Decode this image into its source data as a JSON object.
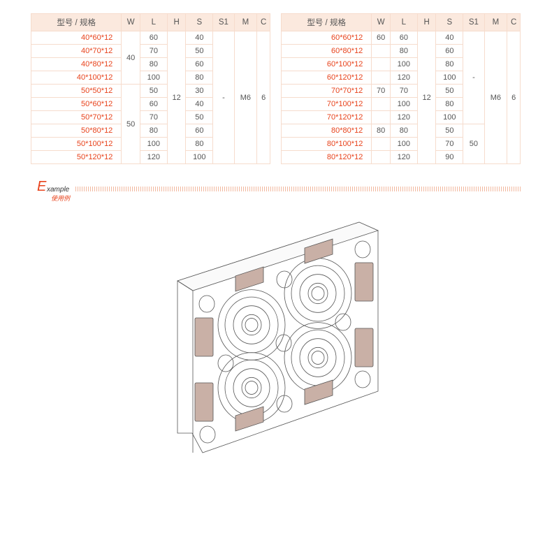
{
  "headers": [
    "型号 / 规格",
    "W",
    "L",
    "H",
    "S",
    "S1",
    "M",
    "C"
  ],
  "table1": {
    "models": [
      "40*60*12",
      "40*70*12",
      "40*80*12",
      "40*100*12",
      "50*50*12",
      "50*60*12",
      "50*70*12",
      "50*80*12",
      "50*100*12",
      "50*120*12"
    ],
    "W": [
      "40",
      "50"
    ],
    "L": [
      "60",
      "70",
      "80",
      "100",
      "50",
      "60",
      "70",
      "80",
      "100",
      "120"
    ],
    "H": "12",
    "S": [
      "40",
      "50",
      "60",
      "80",
      "30",
      "40",
      "50",
      "60",
      "80",
      "100"
    ],
    "S1": "-",
    "M": "M6",
    "C": "6"
  },
  "table2": {
    "models": [
      "60*60*12",
      "60*80*12",
      "60*100*12",
      "60*120*12",
      "70*70*12",
      "70*100*12",
      "70*120*12",
      "80*80*12",
      "80*100*12",
      "80*120*12"
    ],
    "W": [
      "60",
      "70",
      "80"
    ],
    "L": [
      "60",
      "80",
      "100",
      "120",
      "70",
      "100",
      "120",
      "80",
      "100",
      "120"
    ],
    "H": "12",
    "S": [
      "40",
      "60",
      "80",
      "100",
      "50",
      "80",
      "100",
      "50",
      "70",
      "90"
    ],
    "S1": [
      "-",
      "50"
    ],
    "M": "M6",
    "C": "6"
  },
  "example": {
    "letter": "E",
    "rest": "xample",
    "cn": "使用例"
  },
  "colors": {
    "accent": "#e8431c",
    "header_bg": "#fbe9de",
    "pad": "#c9b0a6"
  }
}
